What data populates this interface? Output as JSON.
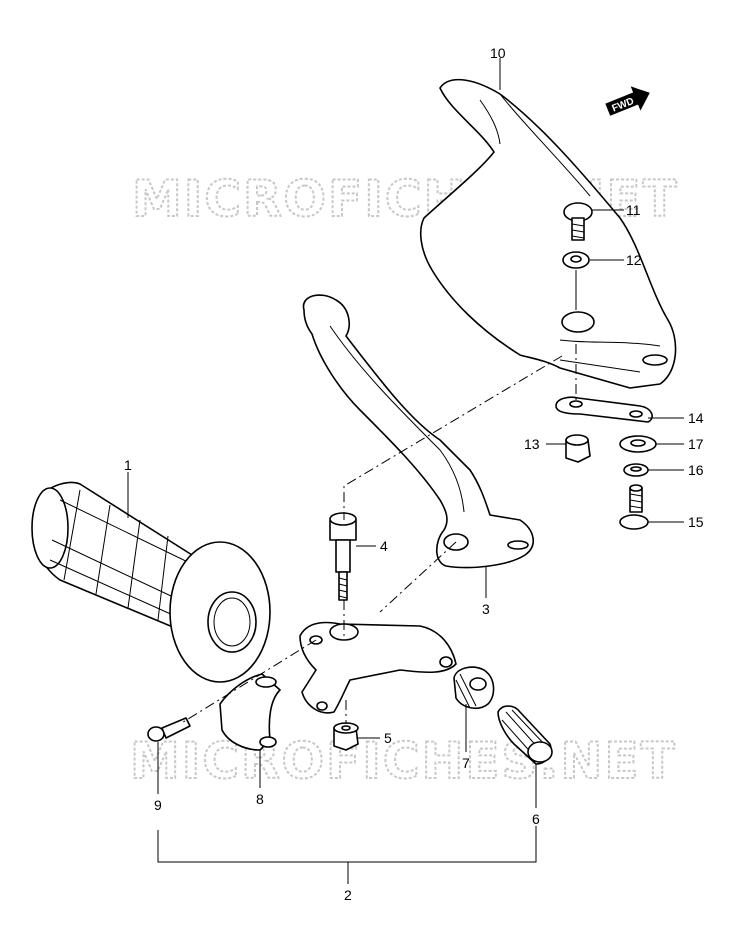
{
  "watermark": "MICROFICHES.NET",
  "watermark_lower": "MICROFICHES.NET",
  "fwd_badge": "FWD",
  "callouts": {
    "c1": "1",
    "c2": "2",
    "c3": "3",
    "c4": "4",
    "c5": "5",
    "c6": "6",
    "c7": "7",
    "c8": "8",
    "c9": "9",
    "c10": "10",
    "c11": "11",
    "c12": "12",
    "c13": "13",
    "c14": "14",
    "c15": "15",
    "c16": "16",
    "c17": "17"
  }
}
